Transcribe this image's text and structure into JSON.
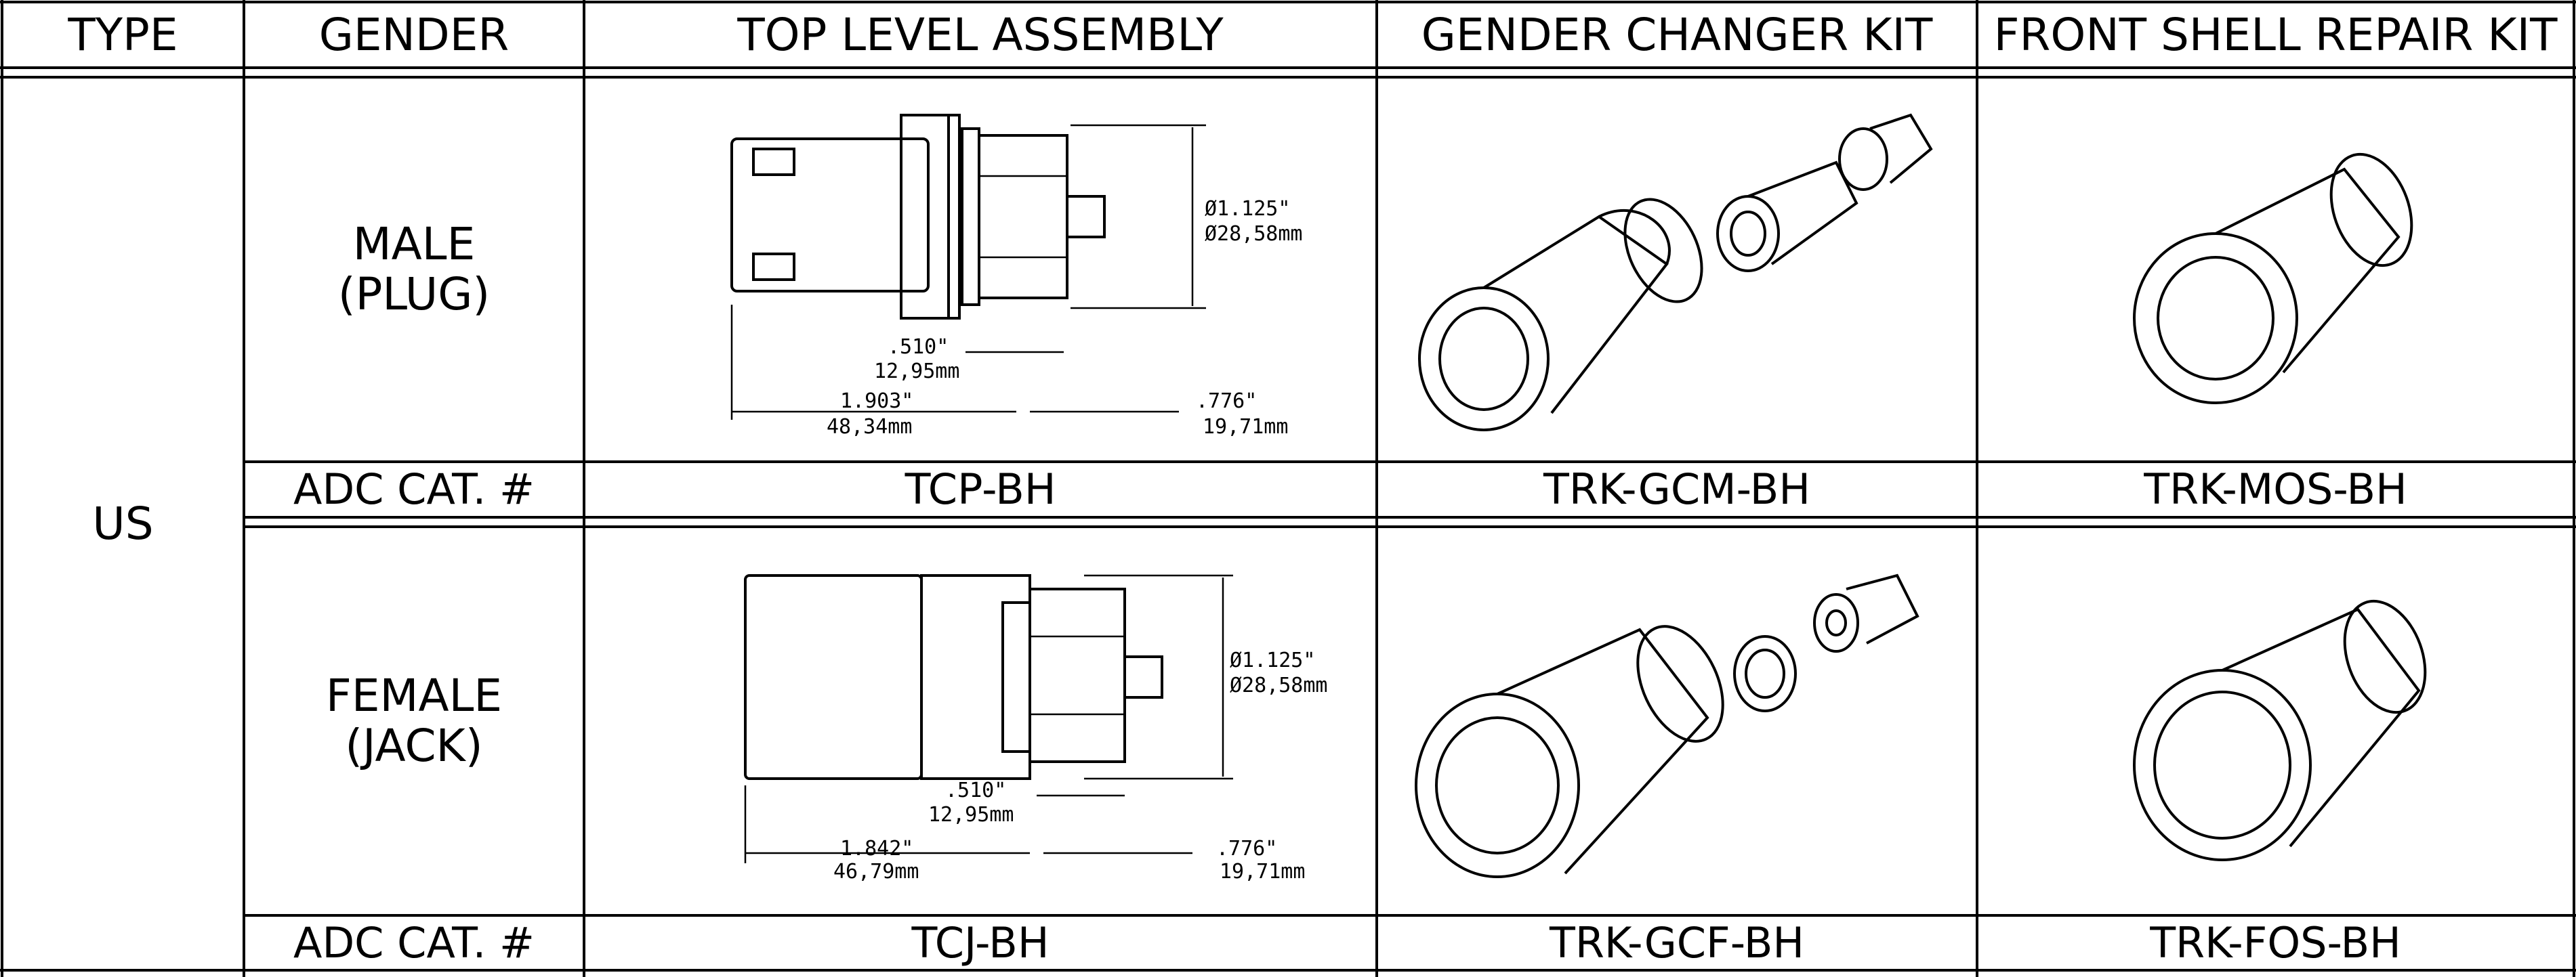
{
  "header": {
    "type": "TYPE",
    "gender": "GENDER",
    "top_level_assembly": "TOP LEVEL ASSEMBLY",
    "gender_changer_kit": "GENDER CHANGER KIT",
    "front_shell_repair_kit": "FRONT SHELL REPAIR KIT"
  },
  "type_value": "US",
  "rows": [
    {
      "gender_line1": "MALE",
      "gender_line2": "(PLUG)",
      "cat_label": "ADC CAT. #",
      "top_level_cat": "TCP-BH",
      "gender_changer_cat": "TRK-GCM-BH",
      "front_shell_cat": "TRK-MOS-BH",
      "dims": {
        "dia_in": "Ø1.125\"",
        "dia_mm": "Ø28,58mm",
        "a_in": ".510\"",
        "a_mm": "12,95mm",
        "b_in": "1.903\"",
        "b_mm": "48,34mm",
        "c_in": ".776\"",
        "c_mm": "19,71mm"
      }
    },
    {
      "gender_line1": "FEMALE",
      "gender_line2": "(JACK)",
      "cat_label": "ADC CAT. #",
      "top_level_cat": "TCJ-BH",
      "gender_changer_cat": "TRK-GCF-BH",
      "front_shell_cat": "TRK-FOS-BH",
      "dims": {
        "dia_in": "Ø1.125\"",
        "dia_mm": "Ø28,58mm",
        "a_in": ".510\"",
        "a_mm": "12,95mm",
        "b_in": "1.842\"",
        "b_mm": "46,79mm",
        "c_in": ".776\"",
        "c_mm": "19,71mm"
      }
    }
  ]
}
